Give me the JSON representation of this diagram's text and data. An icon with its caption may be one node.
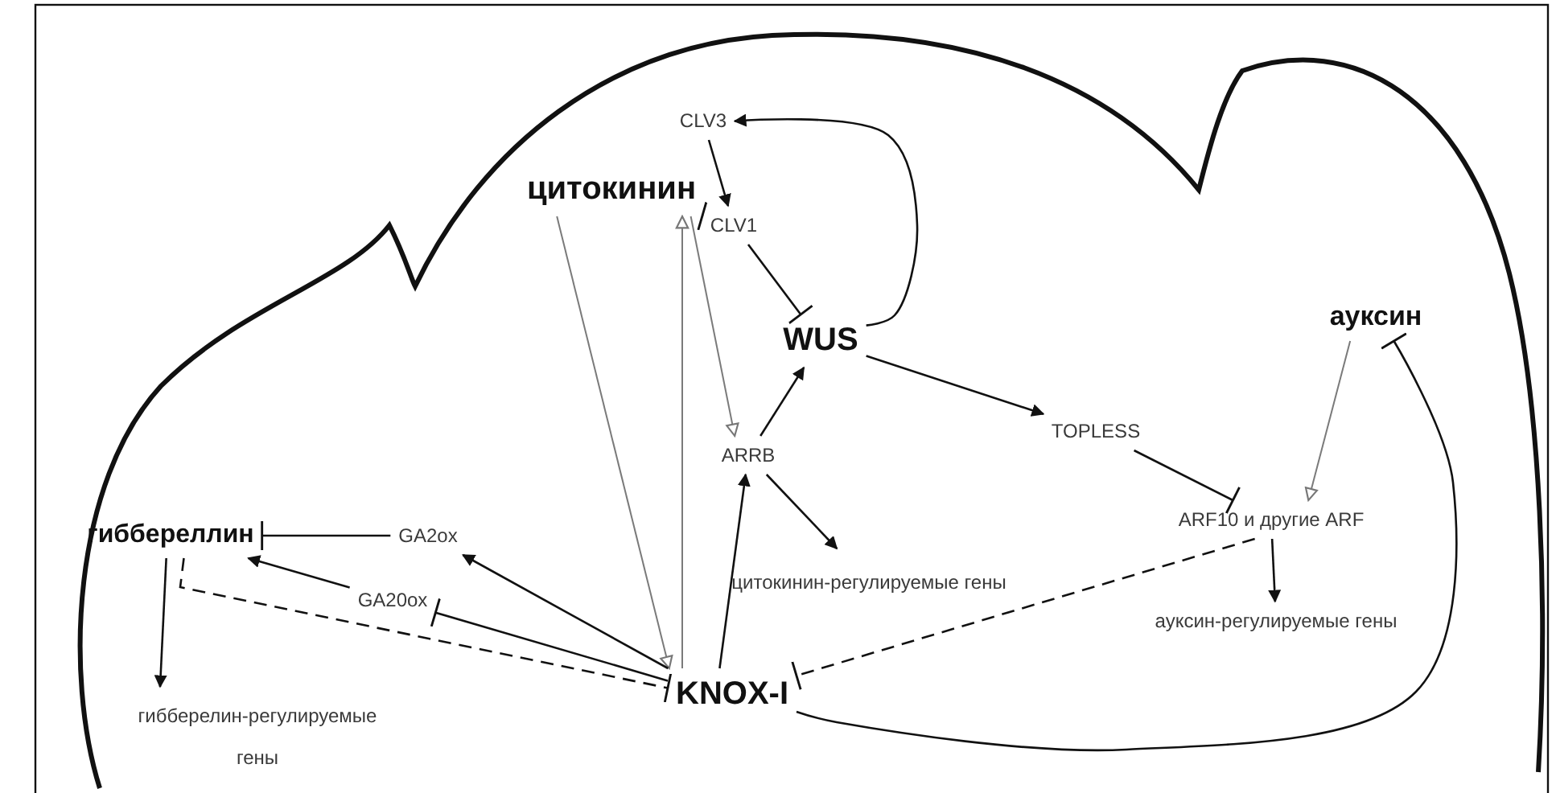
{
  "diagram": {
    "nodes": [
      {
        "text": [
          "цитокинин"
        ]
      },
      {
        "text": [
          "CLV3"
        ]
      },
      {
        "text": [
          "CLV1"
        ]
      },
      {
        "text": [
          "WUS"
        ]
      },
      {
        "text": [
          "ARRB"
        ]
      },
      {
        "text": [
          "TOPLESS"
        ]
      },
      {
        "text": [
          "ауксин"
        ]
      },
      {
        "text": [
          "гиббереллин"
        ]
      },
      {
        "text": [
          "GA2ox"
        ]
      },
      {
        "text": [
          "GA20ox"
        ]
      },
      {
        "text": [
          "цитокинин-регулируемые гены"
        ]
      },
      {
        "text": [
          "ARF10 и другие ARF"
        ]
      },
      {
        "text": [
          "ауксин-регулируемые гены"
        ]
      },
      {
        "text": [
          "KNOX-I"
        ]
      },
      {
        "text": [
          "гибберелин-регулируемые гены"
        ]
      }
    ],
    "edges": [
      {
        "from": 1,
        "to": 2,
        "arrow": "to"
      },
      {
        "from": 0,
        "to": 2,
        "arrow": "other"
      },
      {
        "from": 2,
        "to": 3,
        "arrow": "other"
      },
      {
        "from": 3,
        "to": 1,
        "arrow": "to"
      },
      {
        "from": 0,
        "to": 13,
        "arrow": "to",
        "color": "#7a7a7a"
      },
      {
        "from": 13,
        "to": 0,
        "arrow": "to",
        "color": "#7a7a7a"
      },
      {
        "from": 0,
        "to": 4,
        "arrow": "to",
        "color": "#7a7a7a"
      },
      {
        "from": 4,
        "to": 3,
        "arrow": "to"
      },
      {
        "from": 4,
        "to": 10,
        "arrow": "to"
      },
      {
        "from": 3,
        "to": 5,
        "arrow": "to"
      },
      {
        "from": 5,
        "to": 11,
        "arrow": "other"
      },
      {
        "from": 6,
        "to": 11,
        "arrow": "to",
        "color": "#7a7a7a"
      },
      {
        "from": 13,
        "to": 6,
        "arrow": "other"
      },
      {
        "from": 11,
        "to": 12,
        "arrow": "to"
      },
      {
        "from": 11,
        "to": 13,
        "arrow": "other",
        "style": "dashed"
      },
      {
        "from": 7,
        "to": 13,
        "arrow": "other",
        "style": "dashed"
      },
      {
        "from": 7,
        "to": 14,
        "arrow": "to"
      },
      {
        "from": 8,
        "to": 7,
        "arrow": "other"
      },
      {
        "from": 9,
        "to": 7,
        "arrow": "to"
      },
      {
        "from": 13,
        "to": 8,
        "arrow": "to"
      },
      {
        "from": 13,
        "to": 9,
        "arrow": "other"
      },
      {
        "from": 13,
        "to": 4,
        "arrow": "to"
      }
    ]
  }
}
